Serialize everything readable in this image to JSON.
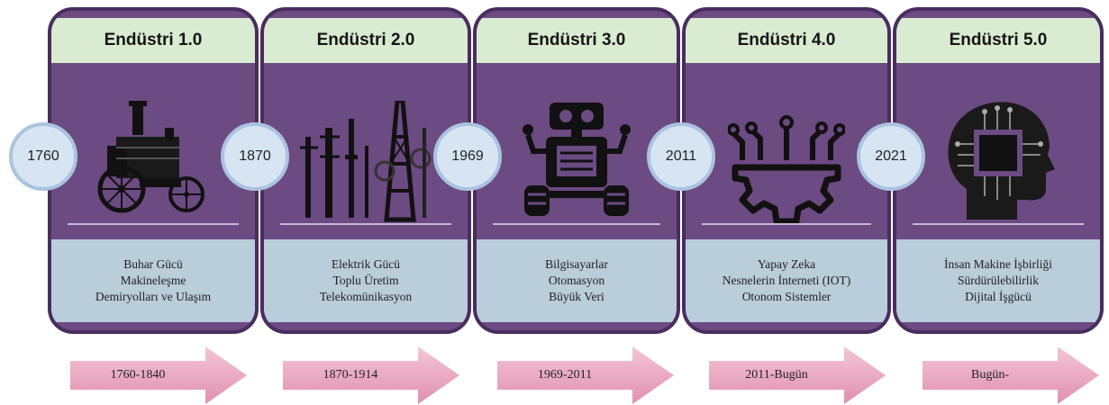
{
  "colors": {
    "card_bg": "#6c4a82",
    "card_border": "#4a2d5f",
    "header_bg": "#d9ebd1",
    "desc_bg": "#b9cddb",
    "circle_fill": "#d7e5f2",
    "circle_border": "#aac3e0",
    "arrow_fill": "#e8a3bd"
  },
  "stages": [
    {
      "title": "Endüstri 1.0",
      "year": "1760",
      "icon": "steam-engine-icon",
      "desc": [
        "Buhar Gücü",
        "Makineleşme",
        "Demiryolları ve Ulaşım"
      ],
      "period": "1760-1840"
    },
    {
      "title": "Endüstri 2.0",
      "year": "1870",
      "icon": "electric-towers-icon",
      "desc": [
        "Elektrik Gücü",
        "Toplu Üretim",
        "Telekomünikasyon"
      ],
      "period": "1870-1914"
    },
    {
      "title": "Endüstri 3.0",
      "year": "1969",
      "icon": "robot-icon",
      "desc": [
        "Bilgisayarlar",
        "Otomasyon",
        "Büyük Veri"
      ],
      "period": "1969-2011"
    },
    {
      "title": "Endüstri 4.0",
      "year": "2011",
      "icon": "gear-circuit-icon",
      "desc": [
        "Yapay Zeka",
        "Nesnelerin İnterneti (IOT)",
        "Otonom Sistemler"
      ],
      "period": "2011-Bugün"
    },
    {
      "title": "Endüstri 5.0",
      "year": "2021",
      "icon": "circuit-head-icon",
      "desc": [
        "İnsan Makine İşbirliği",
        "Sürdürülebilirlik",
        "Dijital İşgücü"
      ],
      "period": "Bugün-"
    }
  ]
}
